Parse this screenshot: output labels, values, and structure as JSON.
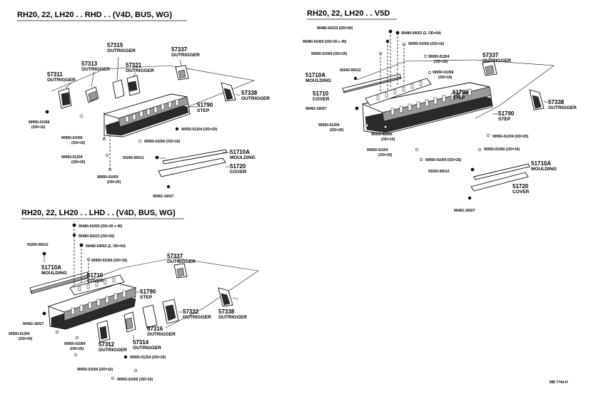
{
  "sections": [
    {
      "id": "rh-v4d",
      "title": "RH20, 22, LH20 . . RHD . . (V4D, BUS, WG)",
      "labels": [
        {
          "part": "57315",
          "desc": "OUTRIGGER"
        },
        {
          "part": "57337",
          "desc": "OUTRIGGER"
        },
        {
          "part": "57313",
          "desc": "OUTRIGGER"
        },
        {
          "part": "57321",
          "desc": "OUTRIGGER"
        },
        {
          "part": "57311",
          "desc": "OUTRIGGER"
        },
        {
          "part": "57338",
          "desc": "OUTRIGGER"
        },
        {
          "part": "51790",
          "desc": "STEP"
        },
        {
          "part": "90950-01056",
          "desc": "(OD=16)"
        },
        {
          "part": "90950-01204 (OD=20)",
          "desc": ""
        },
        {
          "part": "90950-01056",
          "desc": "(OD=16)"
        },
        {
          "part": "90950-01056 (OD=16)",
          "desc": ""
        },
        {
          "part": "90950-01204",
          "desc": "(OD=20)"
        },
        {
          "part": "93260-56012",
          "desc": ""
        },
        {
          "part": "51710A",
          "desc": "MOULDING"
        },
        {
          "part": "51720",
          "desc": "COVER"
        },
        {
          "part": "90950-01009",
          "desc": "(OD=25)"
        },
        {
          "part": "90462-16027",
          "desc": ""
        }
      ]
    },
    {
      "id": "rh-v5d",
      "title": "RH20, 22, LH20 . . V5D",
      "labels": [
        {
          "part": "90480-50223 (OD=50)",
          "desc": ""
        },
        {
          "part": "90480-54002 (2, OD=54)",
          "desc": ""
        },
        {
          "part": "90480-01050 (OD=20 x 40)",
          "desc": ""
        },
        {
          "part": "90950-01056 (OD=16)",
          "desc": ""
        },
        {
          "part": "90950-01009 (OD=25)",
          "desc": ""
        },
        {
          "part": "90950-01204",
          "desc": "(OD=20)"
        },
        {
          "part": "57337",
          "desc": "OUTRIGGER"
        },
        {
          "part": "93260-56012",
          "desc": ""
        },
        {
          "part": "90950-01056",
          "desc": "(OD=16)"
        },
        {
          "part": "51710A",
          "desc": "MOULDING"
        },
        {
          "part": "51710",
          "desc": "COVER"
        },
        {
          "part": "51790",
          "desc": "STEP"
        },
        {
          "part": "57338",
          "desc": "OUTRIGGER"
        },
        {
          "part": "90462-16027",
          "desc": ""
        },
        {
          "part": "51790",
          "desc": "STEP"
        },
        {
          "part": "90950-01204",
          "desc": "(OD=20)"
        },
        {
          "part": "90950-01056",
          "desc": "(OD=16)"
        },
        {
          "part": "90950-01204 (OD=20)",
          "desc": ""
        },
        {
          "part": "90950-01204",
          "desc": "(OD=20)"
        },
        {
          "part": "90950-01056 (OD=16)",
          "desc": ""
        },
        {
          "part": "90950-01009 (OD=25)",
          "desc": ""
        },
        {
          "part": "93260-56012",
          "desc": ""
        },
        {
          "part": "51710A",
          "desc": "MOULDING"
        },
        {
          "part": "51720",
          "desc": "COVER"
        },
        {
          "part": "90462-16027",
          "desc": ""
        }
      ]
    },
    {
      "id": "lh-v4d",
      "title": "RH20, 22, LH20 . . LHD . . (V4D, BUS, WG)",
      "labels": [
        {
          "part": "90480-01050 (OD=20 x 40)",
          "desc": ""
        },
        {
          "part": "90480-50223 (OD=50)",
          "desc": ""
        },
        {
          "part": "93260-56012",
          "desc": ""
        },
        {
          "part": "90480-54002 (2, OD=54)",
          "desc": ""
        },
        {
          "part": "90950-01056 (OD=16)",
          "desc": ""
        },
        {
          "part": "57337",
          "desc": "OUTRIGGER"
        },
        {
          "part": "51710A",
          "desc": "MOULDING"
        },
        {
          "part": "51710",
          "desc": "COVER"
        },
        {
          "part": "51790",
          "desc": "STEP"
        },
        {
          "part": "57322",
          "desc": "OUTRIGGER"
        },
        {
          "part": "57338",
          "desc": "OUTRIGGER"
        },
        {
          "part": "90462-16027",
          "desc": ""
        },
        {
          "part": "57316",
          "desc": "OUTRIGGER"
        },
        {
          "part": "90950-01204",
          "desc": "(OD=20)"
        },
        {
          "part": "90950-01009",
          "desc": "(OD=25)"
        },
        {
          "part": "57312",
          "desc": "OUTRIGGER"
        },
        {
          "part": "57314",
          "desc": "OUTRIGGER"
        },
        {
          "part": "90950-01204 (OD=20)",
          "desc": ""
        },
        {
          "part": "90950-01056 (OD=16)",
          "desc": ""
        },
        {
          "part": "90950-01056 (OD=16)",
          "desc": ""
        }
      ]
    }
  ],
  "footer_code": "MB 7744-H"
}
